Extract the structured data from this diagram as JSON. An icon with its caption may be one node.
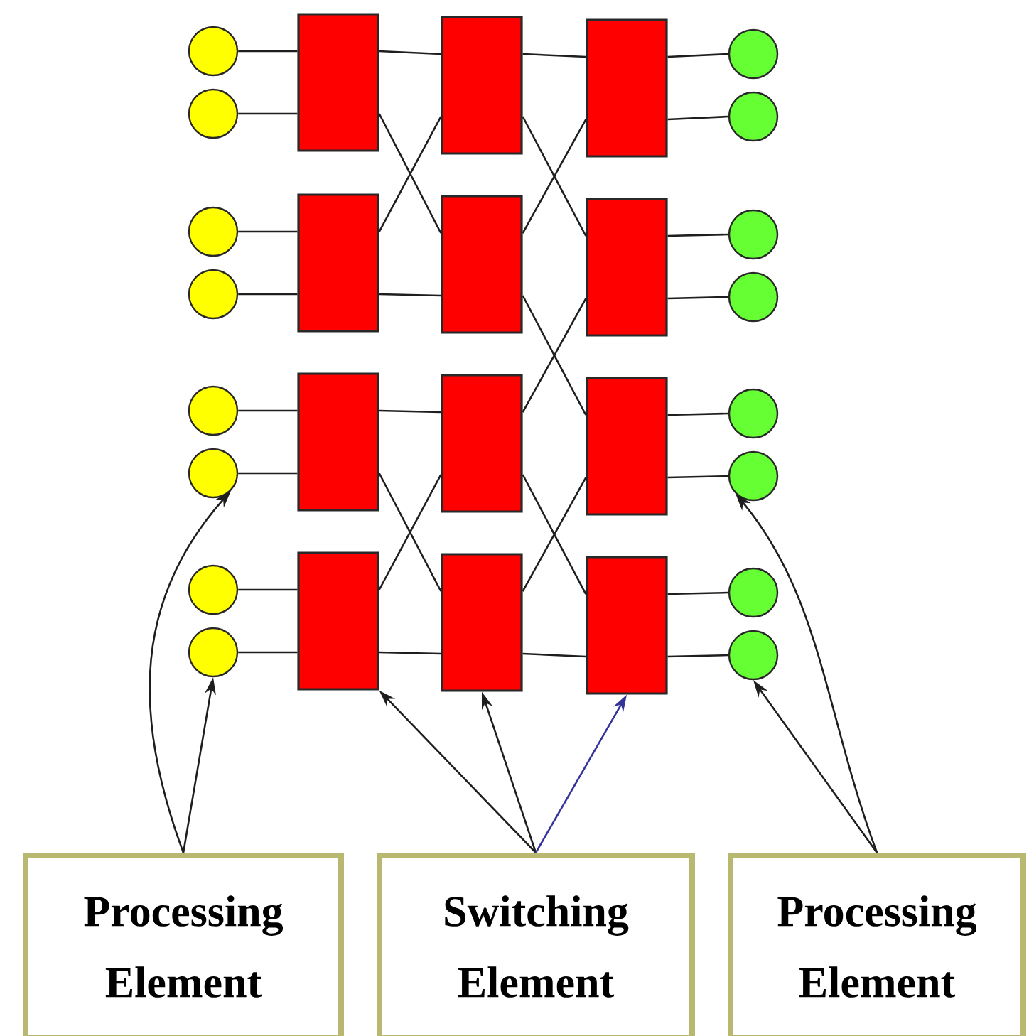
{
  "diagram": {
    "nodes": [
      {
        "text": [],
        "shape": "circle"
      },
      {
        "text": [],
        "shape": "circle"
      },
      {
        "text": [],
        "shape": "circle"
      },
      {
        "text": [],
        "shape": "circle"
      },
      {
        "text": [],
        "shape": "circle"
      },
      {
        "text": [],
        "shape": "circle"
      },
      {
        "text": [],
        "shape": "circle"
      },
      {
        "text": [],
        "shape": "circle"
      },
      {
        "text": [],
        "shape": "box"
      },
      {
        "text": [],
        "shape": "box"
      },
      {
        "text": [],
        "shape": "box"
      },
      {
        "text": [],
        "shape": "box"
      },
      {
        "text": [],
        "shape": "box"
      },
      {
        "text": [],
        "shape": "box"
      },
      {
        "text": [],
        "shape": "box"
      },
      {
        "text": [],
        "shape": "box"
      },
      {
        "text": [],
        "shape": "box"
      },
      {
        "text": [],
        "shape": "box"
      },
      {
        "text": [],
        "shape": "box"
      },
      {
        "text": [],
        "shape": "box"
      },
      {
        "text": [],
        "shape": "circle"
      },
      {
        "text": [],
        "shape": "circle"
      },
      {
        "text": [],
        "shape": "circle"
      },
      {
        "text": [],
        "shape": "circle"
      },
      {
        "text": [],
        "shape": "circle"
      },
      {
        "text": [],
        "shape": "circle"
      },
      {
        "text": [],
        "shape": "circle"
      },
      {
        "text": [],
        "shape": "circle"
      },
      {
        "text": [
          "Processing Element"
        ]
      },
      {
        "text": [
          "Switching Element"
        ]
      },
      {
        "text": [
          "Processing Element"
        ]
      }
    ],
    "edges": [
      {
        "from": 0,
        "to": 8,
        "arrow": "none"
      },
      {
        "from": 1,
        "to": 8,
        "arrow": "none"
      },
      {
        "from": 2,
        "to": 9,
        "arrow": "none"
      },
      {
        "from": 3,
        "to": 9,
        "arrow": "none"
      },
      {
        "from": 4,
        "to": 10,
        "arrow": "none"
      },
      {
        "from": 5,
        "to": 10,
        "arrow": "none"
      },
      {
        "from": 6,
        "to": 11,
        "arrow": "none"
      },
      {
        "from": 7,
        "to": 11,
        "arrow": "none"
      },
      {
        "from": 8,
        "to": 12,
        "arrow": "none"
      },
      {
        "from": 8,
        "to": 13,
        "arrow": "none"
      },
      {
        "from": 9,
        "to": 12,
        "arrow": "none"
      },
      {
        "from": 9,
        "to": 13,
        "arrow": "none"
      },
      {
        "from": 10,
        "to": 14,
        "arrow": "none"
      },
      {
        "from": 10,
        "to": 15,
        "arrow": "none"
      },
      {
        "from": 11,
        "to": 14,
        "arrow": "none"
      },
      {
        "from": 11,
        "to": 15,
        "arrow": "none"
      },
      {
        "from": 12,
        "to": 16,
        "arrow": "none"
      },
      {
        "from": 12,
        "to": 17,
        "arrow": "none"
      },
      {
        "from": 13,
        "to": 16,
        "arrow": "none"
      },
      {
        "from": 13,
        "to": 18,
        "arrow": "none"
      },
      {
        "from": 14,
        "to": 17,
        "arrow": "none"
      },
      {
        "from": 14,
        "to": 19,
        "arrow": "none"
      },
      {
        "from": 15,
        "to": 18,
        "arrow": "none"
      },
      {
        "from": 15,
        "to": 19,
        "arrow": "none"
      },
      {
        "from": 16,
        "to": 20,
        "arrow": "none"
      },
      {
        "from": 16,
        "to": 21,
        "arrow": "none"
      },
      {
        "from": 17,
        "to": 22,
        "arrow": "none"
      },
      {
        "from": 17,
        "to": 23,
        "arrow": "none"
      },
      {
        "from": 18,
        "to": 24,
        "arrow": "none"
      },
      {
        "from": 18,
        "to": 25,
        "arrow": "none"
      },
      {
        "from": 19,
        "to": 26,
        "arrow": "none"
      },
      {
        "from": 19,
        "to": 27,
        "arrow": "none"
      },
      {
        "from": 28,
        "to": 5,
        "arrow": "to"
      },
      {
        "from": 28,
        "to": 7,
        "arrow": "to"
      },
      {
        "from": 29,
        "to": 11,
        "arrow": "to"
      },
      {
        "from": 29,
        "to": 15,
        "arrow": "to"
      },
      {
        "from": 29,
        "to": 19,
        "arrow": "to",
        "color": "#333399"
      },
      {
        "from": 30,
        "to": 27,
        "arrow": "to"
      },
      {
        "from": 30,
        "to": 25,
        "arrow": "to"
      }
    ]
  }
}
